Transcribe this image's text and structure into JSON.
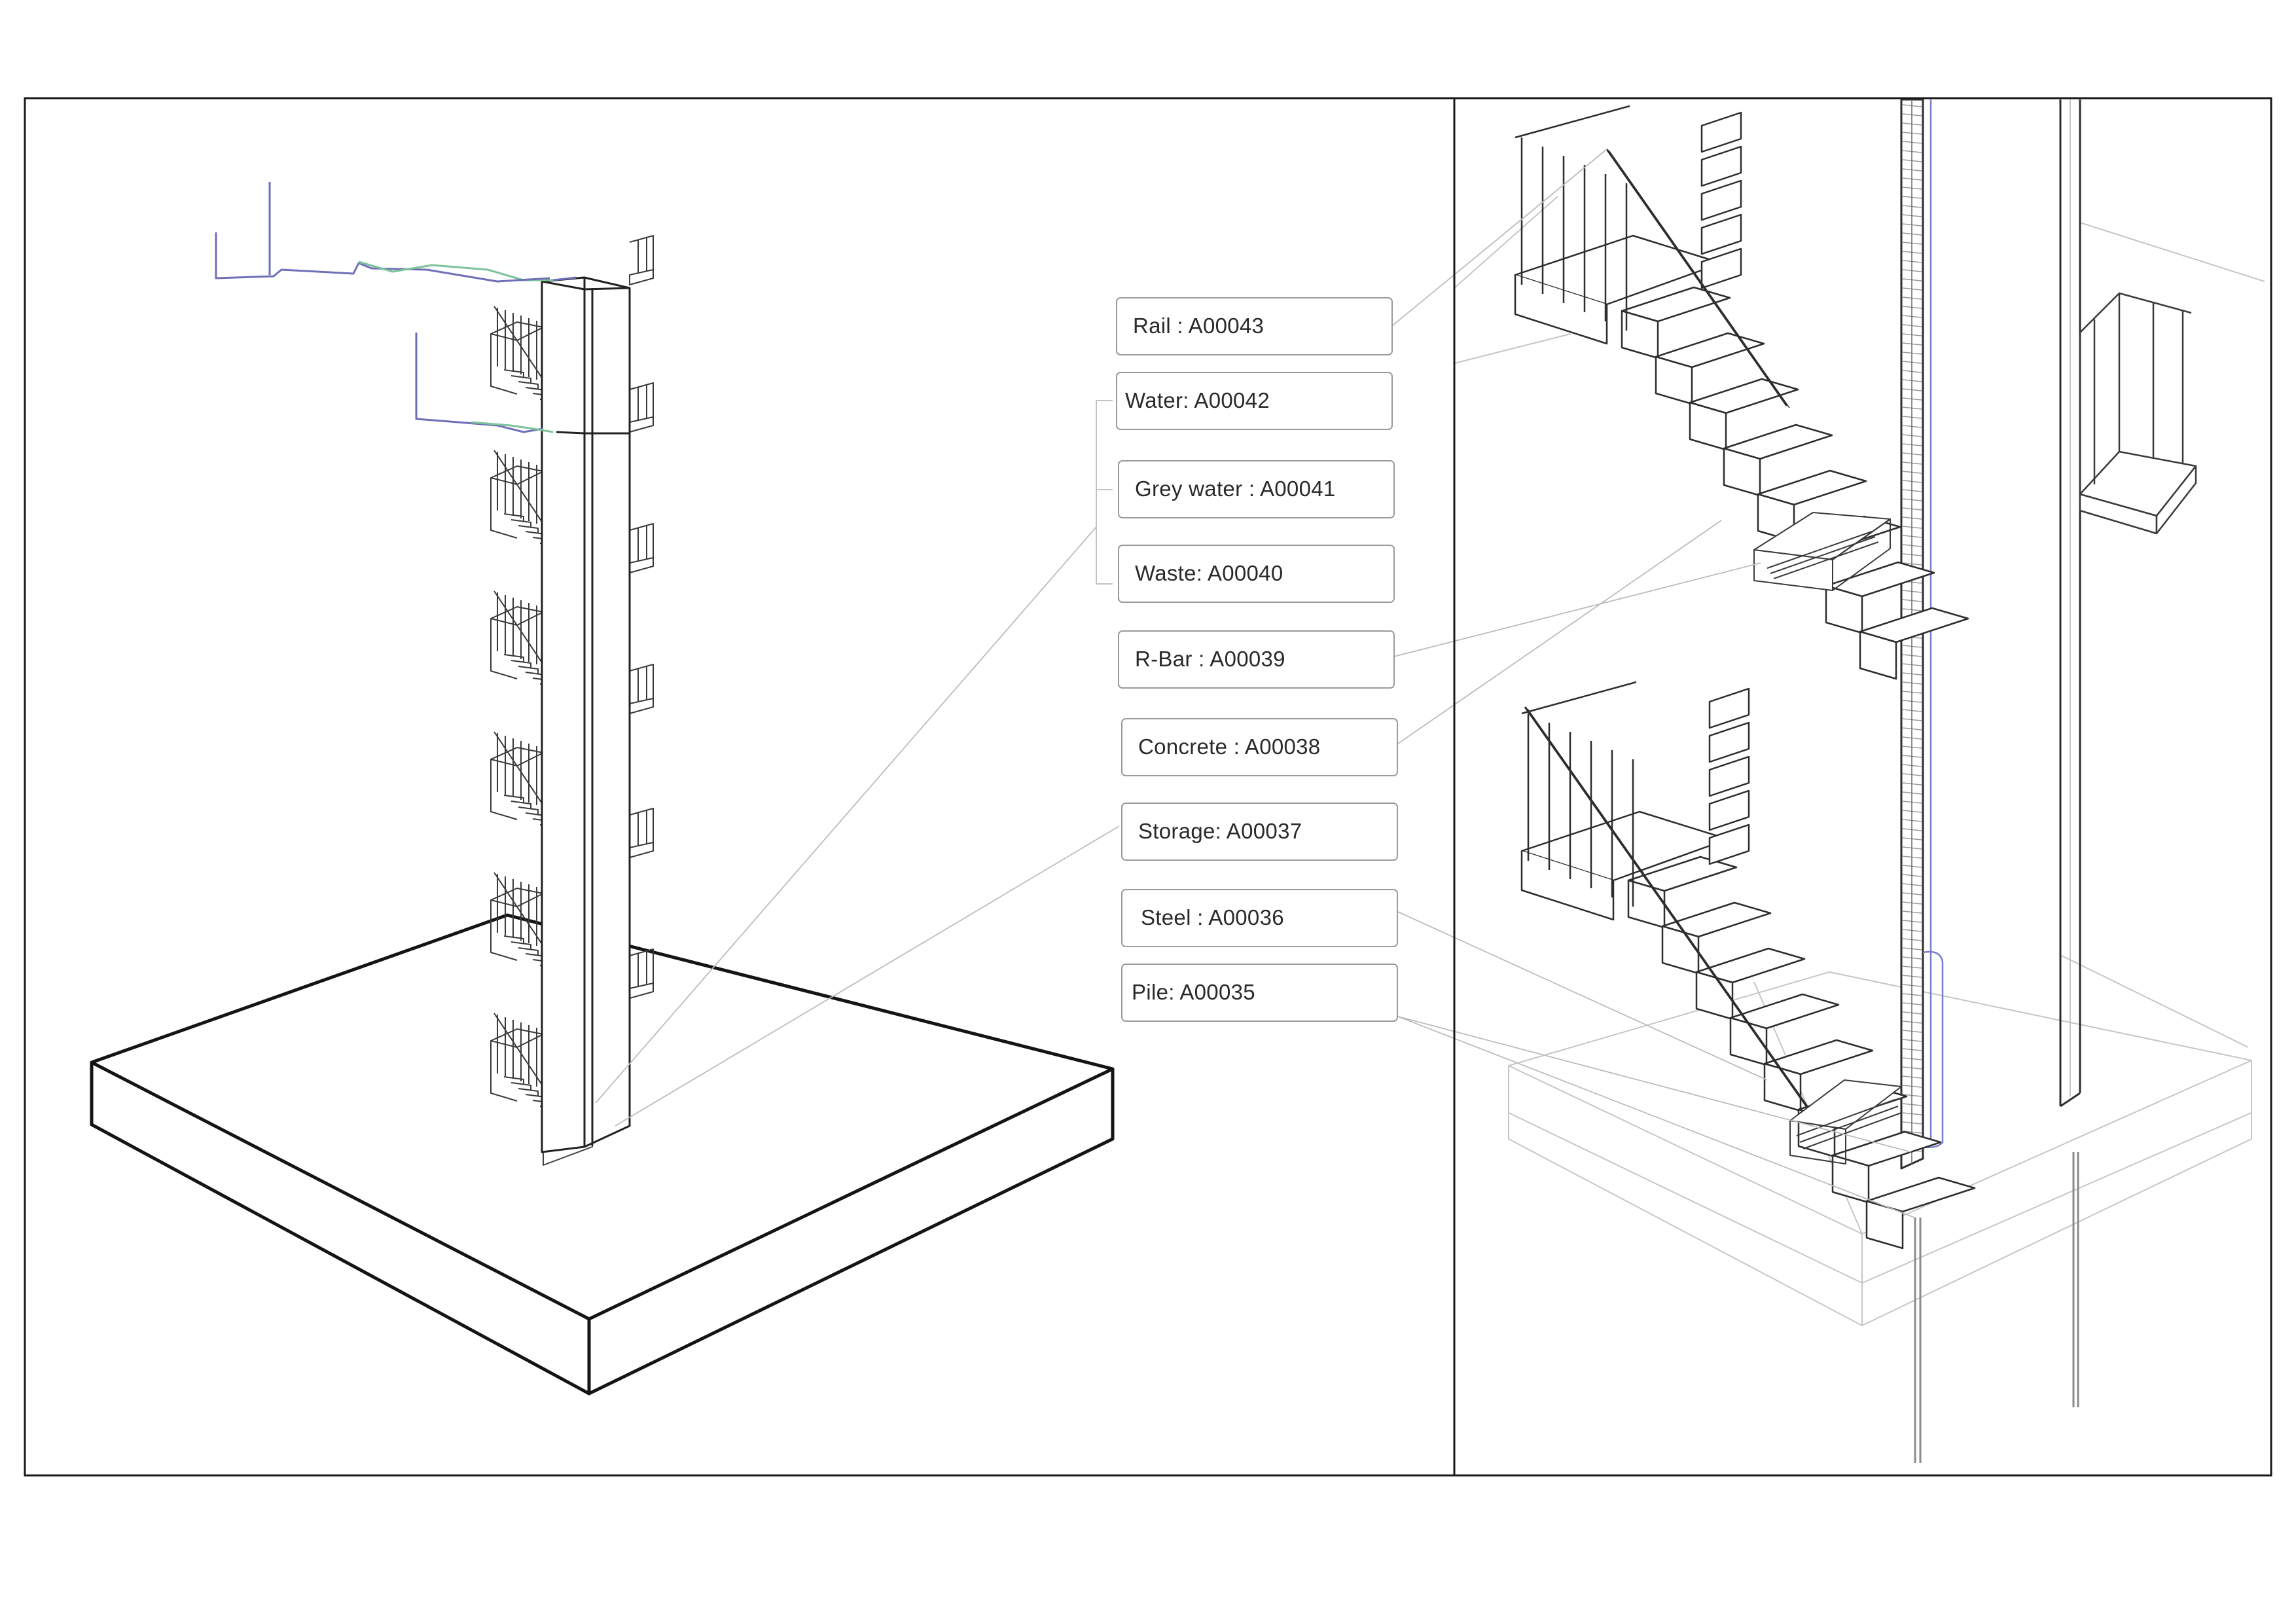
{
  "callouts": [
    {
      "id": "rail",
      "label": "Rail : A00043"
    },
    {
      "id": "water",
      "label": "Water: A00042"
    },
    {
      "id": "grey-water",
      "label": "Grey water : A00041"
    },
    {
      "id": "waste",
      "label": "Waste: A00040"
    },
    {
      "id": "rbar",
      "label": "R-Bar : A00039"
    },
    {
      "id": "concrete",
      "label": "Concrete : A00038"
    },
    {
      "id": "storage",
      "label": "Storage: A00037"
    },
    {
      "id": "steel",
      "label": "Steel : A00036"
    },
    {
      "id": "pile",
      "label": "Pile: A00035"
    }
  ],
  "colors": {
    "frame": "#1a1a1a",
    "linework": "#2b2b2b",
    "faint_linework": "#c4c4c4",
    "leader": "#bdbdbd",
    "label_border": "#9a9a9a",
    "water_pipe": "#7a7fc8",
    "greywater_pipe": "#79c79a"
  }
}
